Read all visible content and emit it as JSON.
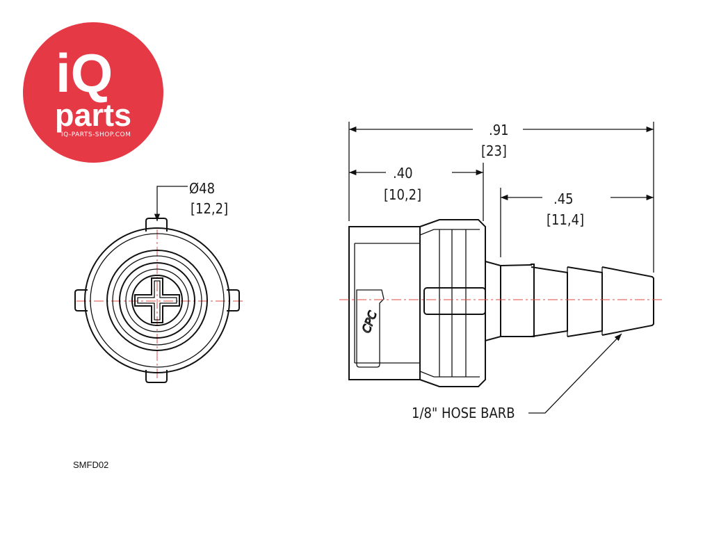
{
  "logo": {
    "brand_main": "iQ",
    "brand_sub": "parts",
    "url": "IQ-PARTS-SHOP.COM",
    "color": "#e63946"
  },
  "end_view": {
    "diameter_label": "Ø48",
    "diameter_metric": "[12,2]"
  },
  "side_view": {
    "overall_length": ".91",
    "overall_length_metric": "[23]",
    "body_length": ".40",
    "body_length_metric": "[10,2]",
    "barb_length": ".45",
    "barb_length_metric": "[11,4]",
    "callout": "1/8\" HOSE BARB",
    "body_marking": "CPC"
  },
  "part_number": "SMFD02",
  "colors": {
    "line": "#111111",
    "centerline": "#e04a3f"
  }
}
